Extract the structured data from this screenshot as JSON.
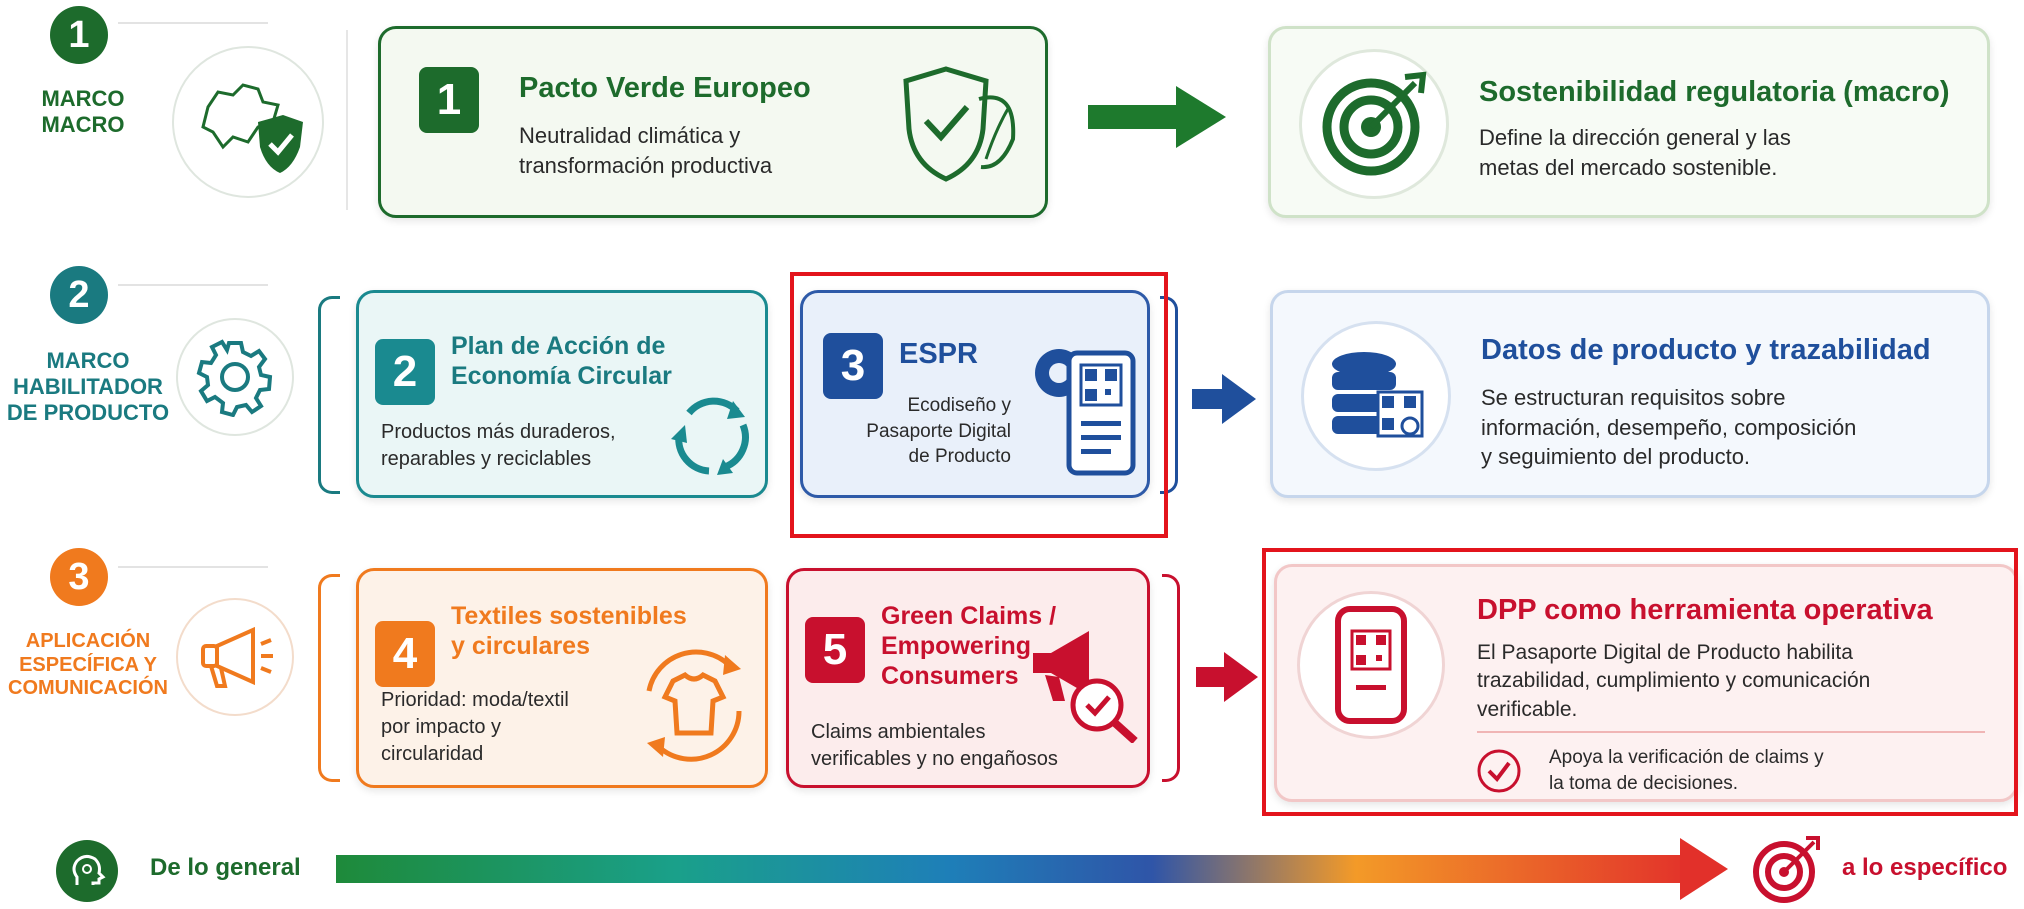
{
  "rows": [
    {
      "num": "1",
      "label_line1": "MARCO",
      "label_line2": "MACRO",
      "label_line3": "",
      "color": "#1d6b2c"
    },
    {
      "num": "2",
      "label_line1": "MARCO",
      "label_line2": "HABILITADOR",
      "label_line3": "DE PRODUCTO",
      "color": "#1a7a80"
    },
    {
      "num": "3",
      "label_line1": "APLICACIÓN",
      "label_line2": "ESPECÍFICA Y",
      "label_line3": "COMUNICACIÓN",
      "color": "#f07a1e"
    }
  ],
  "cards": {
    "pacto": {
      "num": "1",
      "title": "Pacto Verde Europeo",
      "text1": "Neutralidad climática y",
      "text2": "transformación productiva"
    },
    "sostenibilidad": {
      "title": "Sostenibilidad regulatoria (macro)",
      "text1": "Define la dirección general y las",
      "text2": "metas del mercado sostenible."
    },
    "plan": {
      "num": "2",
      "title1": "Plan de Acción de",
      "title2": "Economía Circular",
      "text1": "Productos más duraderos,",
      "text2": "reparables y reciclables"
    },
    "espr": {
      "num": "3",
      "title": "ESPR",
      "text1": "Ecodiseño y",
      "text2": "Pasaporte Digital",
      "text3": "de Producto"
    },
    "datos": {
      "title": "Datos de producto y trazabilidad",
      "text1": "Se estructuran requisitos sobre",
      "text2": "información, desempeño, composición",
      "text3": "y seguimiento del producto."
    },
    "textiles": {
      "num": "4",
      "title1": "Textiles sostenibles",
      "title2": "y circulares",
      "text1": "Prioridad: moda/textil",
      "text2": "por impacto y",
      "text3": "circularidad"
    },
    "green": {
      "num": "5",
      "title1": "Green Claims /",
      "title2": "Empowering",
      "title3": "Consumers",
      "text1": "Claims ambientales",
      "text2": "verificables y no engañosos"
    },
    "dpp": {
      "title": "DPP como herramienta operativa",
      "text1": "El Pasaporte Digital de Producto habilita",
      "text2": "trazabilidad, cumplimiento y comunicación",
      "text3": "verificable.",
      "note1": "Apoya la verificación de claims y",
      "note2": "la toma de decisiones."
    }
  },
  "footer": {
    "left": "De lo general",
    "right": "a lo específico"
  },
  "colors": {
    "green": "#1d6b2c",
    "teal": "#1a7a80",
    "blue": "#1f4f9c",
    "orange": "#f07a1e",
    "red": "#c8102e",
    "highlight": "#e3141c"
  }
}
